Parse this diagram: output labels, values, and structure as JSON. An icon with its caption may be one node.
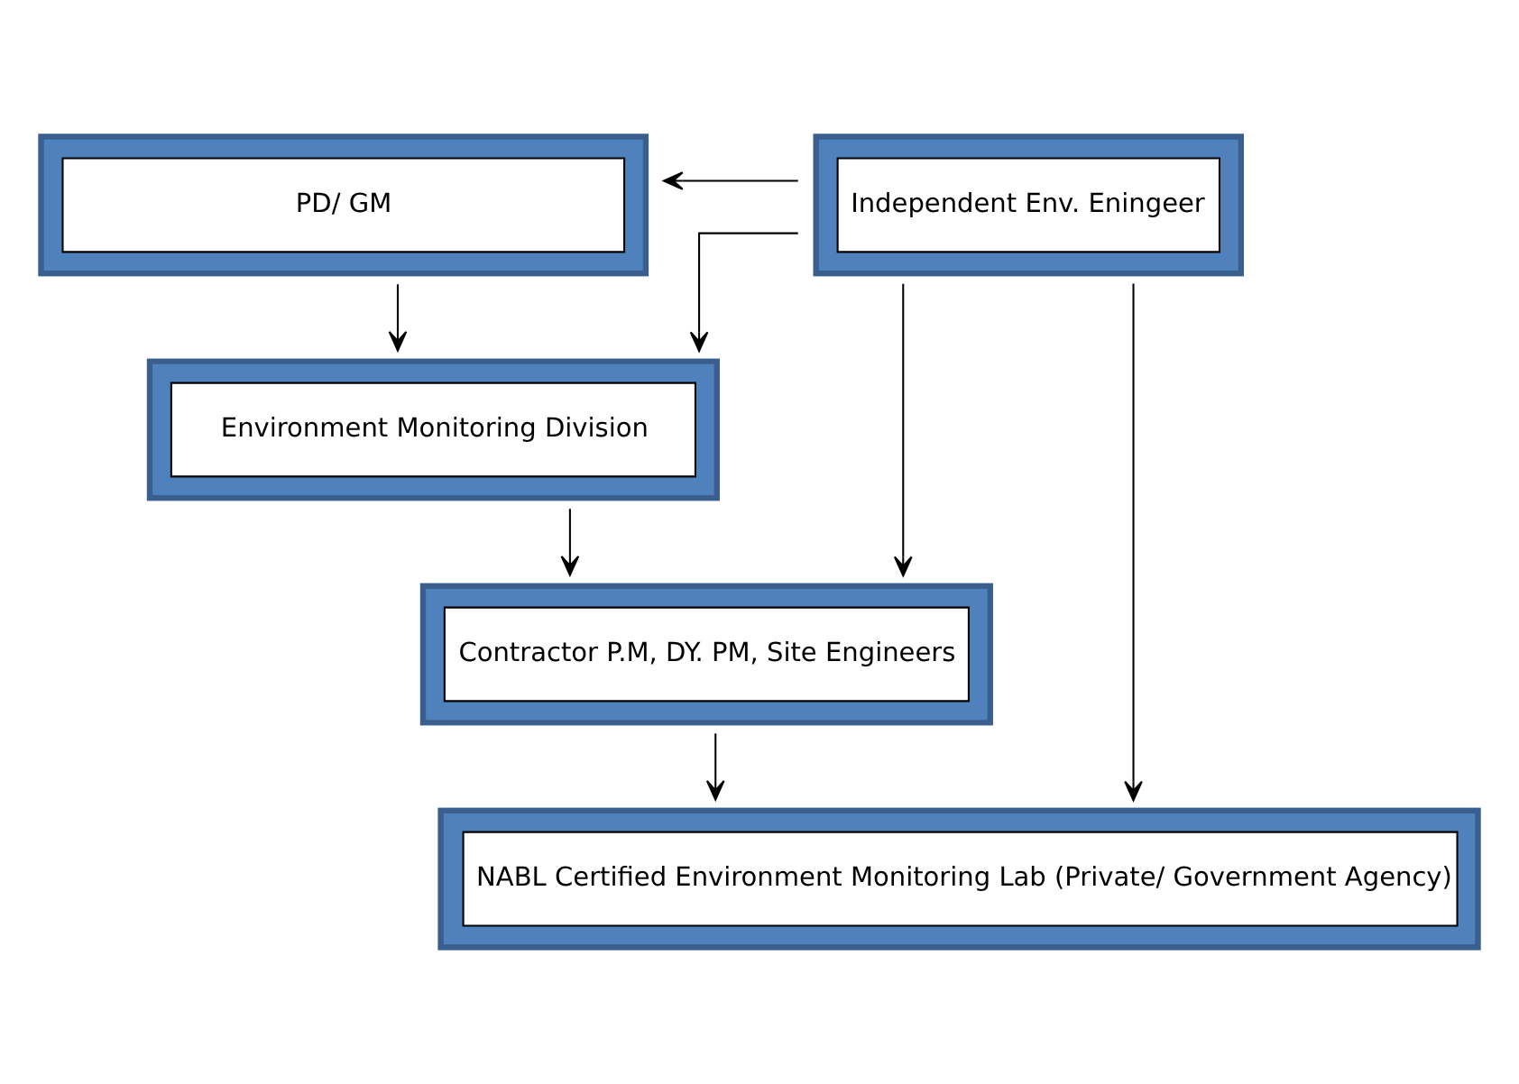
{
  "diagram": {
    "nodes": [
      {
        "text": [
          "PD/ GM"
        ]
      },
      {
        "text": [
          "Independent Env. Eningeer"
        ]
      },
      {
        "text": [
          "Environment Monitoring Division"
        ]
      },
      {
        "text": [
          "Contractor P.M, DY. PM, Site Engineers"
        ]
      },
      {
        "text": [
          "NABL Certified Environment Monitoring Lab (Private/ Government Agency)"
        ]
      }
    ],
    "edges": [
      {
        "from": 1,
        "to": 0,
        "arrow": "to"
      },
      {
        "from": 0,
        "to": 2,
        "arrow": "to"
      },
      {
        "from": 2,
        "to": 3,
        "arrow": "to"
      },
      {
        "from": 3,
        "to": 4,
        "arrow": "to"
      },
      {
        "from": 1,
        "to": 2,
        "arrow": "to"
      },
      {
        "from": 1,
        "to": 3,
        "arrow": "to"
      },
      {
        "from": 1,
        "to": 4,
        "arrow": "to"
      }
    ]
  }
}
